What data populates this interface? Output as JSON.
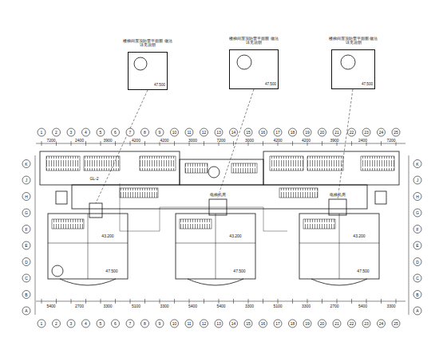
{
  "diagram": {
    "nodes": [
      {
        "text": [
          "楼梯间屋顶防雷平面图 做法详见说明",
          "47.500"
        ]
      },
      {
        "text": [
          "楼梯间屋顶防雷平面图 做法详见说明",
          "47.500"
        ]
      },
      {
        "text": [
          "楼梯间屋顶防雷平面图 做法详见说明",
          "47.500"
        ]
      }
    ],
    "labels": [
      "1",
      "2",
      "3",
      "4",
      "5",
      "6",
      "7",
      "8",
      "9",
      "10",
      "11",
      "12",
      "13",
      "14",
      "15",
      "16",
      "17",
      "18",
      "19",
      "20",
      "21",
      "22",
      "23",
      "24",
      "25",
      "1",
      "2",
      "3",
      "4",
      "5",
      "6",
      "7",
      "8",
      "9",
      "10",
      "11",
      "12",
      "13",
      "14",
      "15",
      "16",
      "17",
      "18",
      "19",
      "20",
      "21",
      "22",
      "23",
      "24",
      "25",
      "A",
      "B",
      "C",
      "D",
      "E",
      "F",
      "G",
      "H",
      "J",
      "K",
      "A",
      "B",
      "C",
      "D",
      "E",
      "F",
      "G",
      "H",
      "J",
      "K",
      "7200",
      "2400",
      "3900",
      "4200",
      "4200",
      "3000",
      "7200",
      "3000",
      "4200",
      "4200",
      "3900",
      "2400",
      "7200",
      "5400",
      "2700",
      "3300",
      "5100",
      "3300",
      "5400",
      "5400",
      "3300",
      "5100",
      "3300",
      "2700",
      "5400",
      "3300",
      "47.500",
      "47.500",
      "47.500",
      "43.200",
      "43.200",
      "43.200",
      "电梯机房",
      "电梯机房",
      "GL-2"
    ]
  }
}
